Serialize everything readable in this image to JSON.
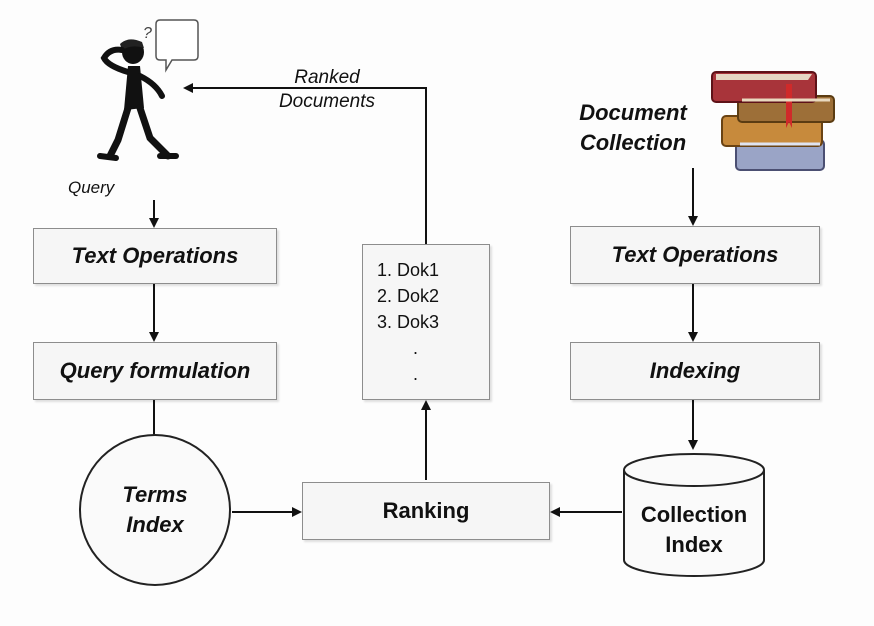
{
  "diagram": {
    "left_column": {
      "query_label": "Query",
      "text_operations": "Text Operations",
      "query_formulation": "Query formulation",
      "terms_index_line1": "Terms",
      "terms_index_line2": "Index"
    },
    "middle_column": {
      "ranked_documents_line1": "Ranked",
      "ranked_documents_line2": "Documents",
      "results_list": [
        "1. Dok1",
        "2. Dok2",
        "3. Dok3",
        ".",
        "."
      ],
      "ranking": "Ranking"
    },
    "right_column": {
      "document_collection_line1": "Document",
      "document_collection_line2": "Collection",
      "text_operations": "Text Operations",
      "indexing": "Indexing",
      "collection_index_line1": "Collection",
      "collection_index_line2": "Index"
    },
    "thought_bubble_text": "?"
  }
}
